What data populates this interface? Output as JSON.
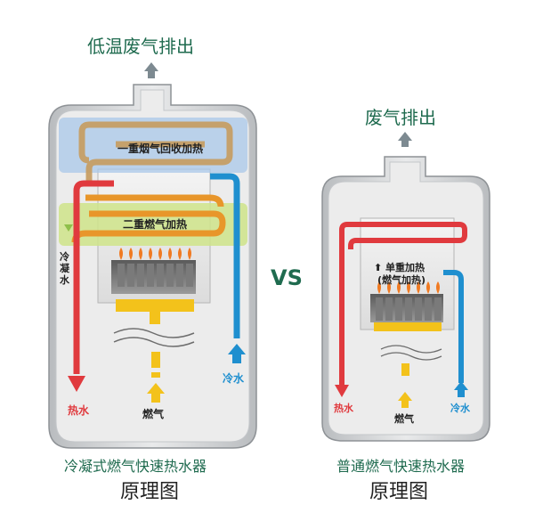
{
  "left": {
    "exhaust_label": "低温废气排出",
    "stage1_label": "一重烟气回收加热",
    "stage2_label": "二重燃气加热",
    "condensate_label": "冷凝水",
    "hot_water_label": "热水",
    "gas_label": "燃气",
    "cold_water_label": "冷水",
    "caption_line1": "冷凝式燃气快速热水器",
    "caption_line2": "原理图"
  },
  "center": {
    "vs_label": "VS"
  },
  "right": {
    "exhaust_label": "废气排出",
    "heat_label_line1": "单重加热",
    "heat_label_line2": "(燃气加热)",
    "hot_water_label": "热水",
    "gas_label": "燃气",
    "cold_water_label": "冷水",
    "caption_line1": "普通燃气快速热水器",
    "caption_line2": "原理图"
  },
  "colors": {
    "hot": "#e03a3e",
    "cold": "#1f8fcf",
    "gas": "#f3c21b",
    "pipe_orange": "#e8962a",
    "highlight_blue": "#a9c8ea",
    "highlight_green": "#cfe48a",
    "vs_green": "#1f6b4f"
  }
}
